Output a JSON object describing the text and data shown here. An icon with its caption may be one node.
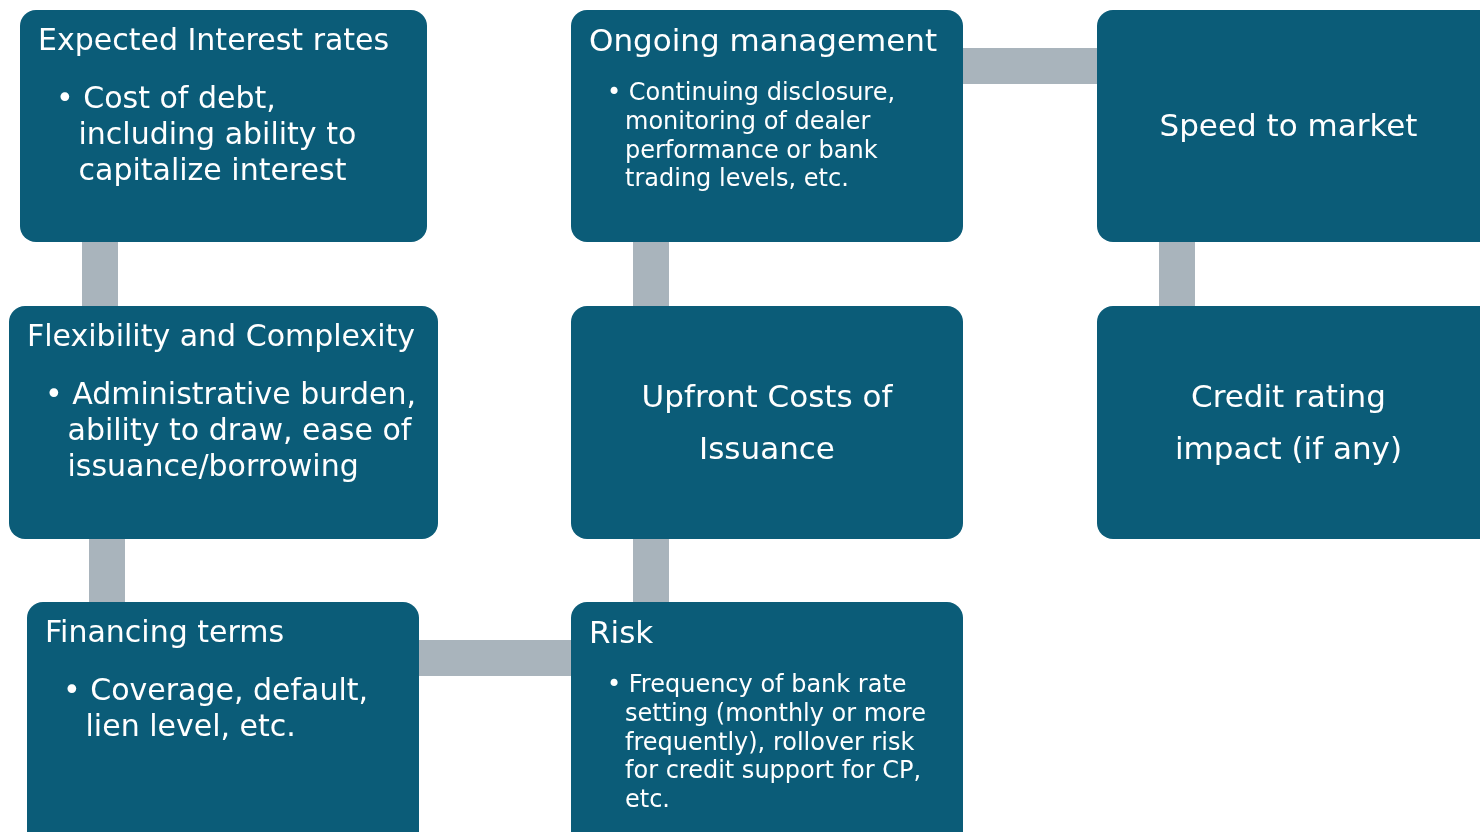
{
  "diagram": {
    "nodes": [
      {
        "text": [
          "Expected Interest rates",
          "• Cost of debt, including ability to capitalize interest"
        ]
      },
      {
        "text": [
          "Ongoing management",
          "• Continuing disclosure, monitoring of dealer performance or bank trading levels, etc."
        ]
      },
      {
        "text": [
          "Speed to market"
        ]
      },
      {
        "text": [
          "Flexibility and Complexity",
          "• Administrative burden, ability to draw, ease of issuance/borrowing"
        ]
      },
      {
        "text": [
          "Upfront Costs of Issuance"
        ]
      },
      {
        "text": [
          "Credit rating impact (if any)"
        ]
      },
      {
        "text": [
          "Financing terms",
          "• Coverage, default, lien level, etc."
        ]
      },
      {
        "text": [
          "Risk",
          "• Frequency of bank rate setting (monthly or more frequently), rollover risk for credit support for CP, etc."
        ]
      }
    ],
    "edges": [
      {
        "from": 0,
        "to": 3,
        "arrow": "none"
      },
      {
        "from": 3,
        "to": 6,
        "arrow": "none"
      },
      {
        "from": 6,
        "to": 7,
        "arrow": "none"
      },
      {
        "from": 7,
        "to": 4,
        "arrow": "none"
      },
      {
        "from": 4,
        "to": 1,
        "arrow": "none"
      },
      {
        "from": 1,
        "to": 2,
        "arrow": "none"
      },
      {
        "from": 2,
        "to": 5,
        "arrow": "none"
      }
    ]
  }
}
